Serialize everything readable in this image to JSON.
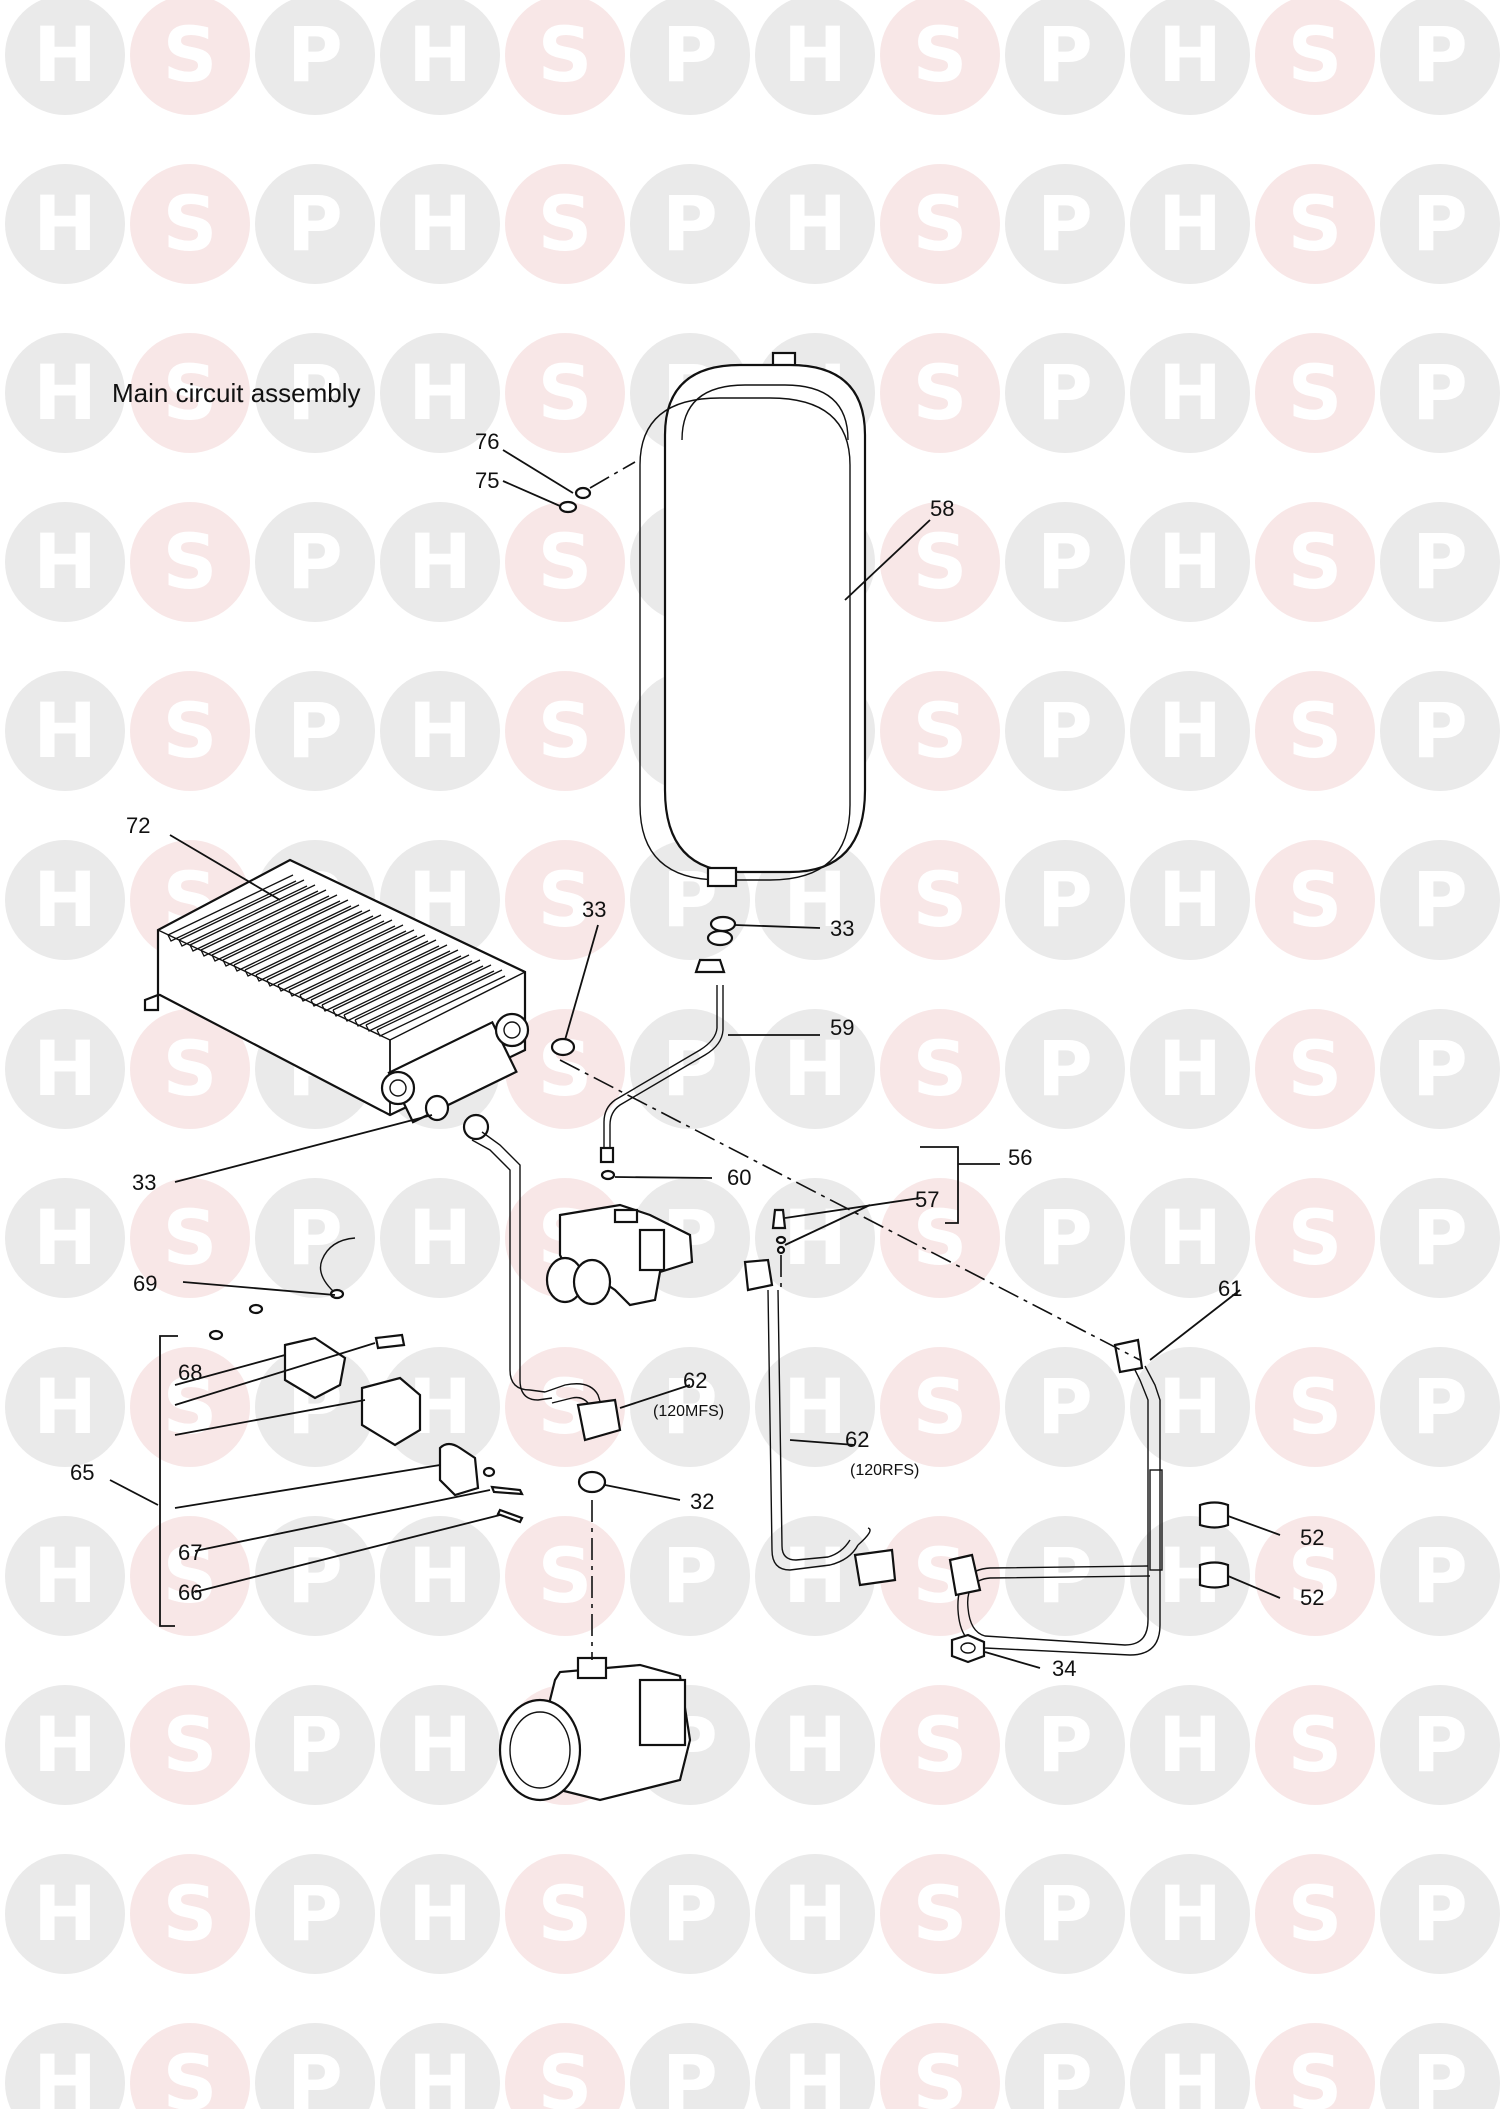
{
  "title": "Main circuit assembly",
  "watermark": {
    "letters": [
      "H",
      "S",
      "P"
    ],
    "color_h": "#d9d9d9",
    "color_s": "#f2d3d3",
    "color_p": "#d9d9d9"
  },
  "labels": {
    "l76": "76",
    "l75": "75",
    "l58": "58",
    "l72": "72",
    "l33a": "33",
    "l33b": "33",
    "l33c": "33",
    "l59": "59",
    "l56": "56",
    "l57": "57",
    "l60": "60",
    "l69": "69",
    "l68": "68",
    "l65": "65",
    "l67": "67",
    "l66": "66",
    "l62a": "62",
    "l62a_sub": "(120MFS)",
    "l62b": "62",
    "l62b_sub": "(120RFS)",
    "l61": "61",
    "l32": "32",
    "l52a": "52",
    "l52b": "52",
    "l34": "34"
  },
  "icons": [
    "expansion-vessel",
    "heat-exchanger",
    "pump",
    "diverter-valve",
    "pipe",
    "o-ring",
    "sensor",
    "clip",
    "screw",
    "nut"
  ]
}
